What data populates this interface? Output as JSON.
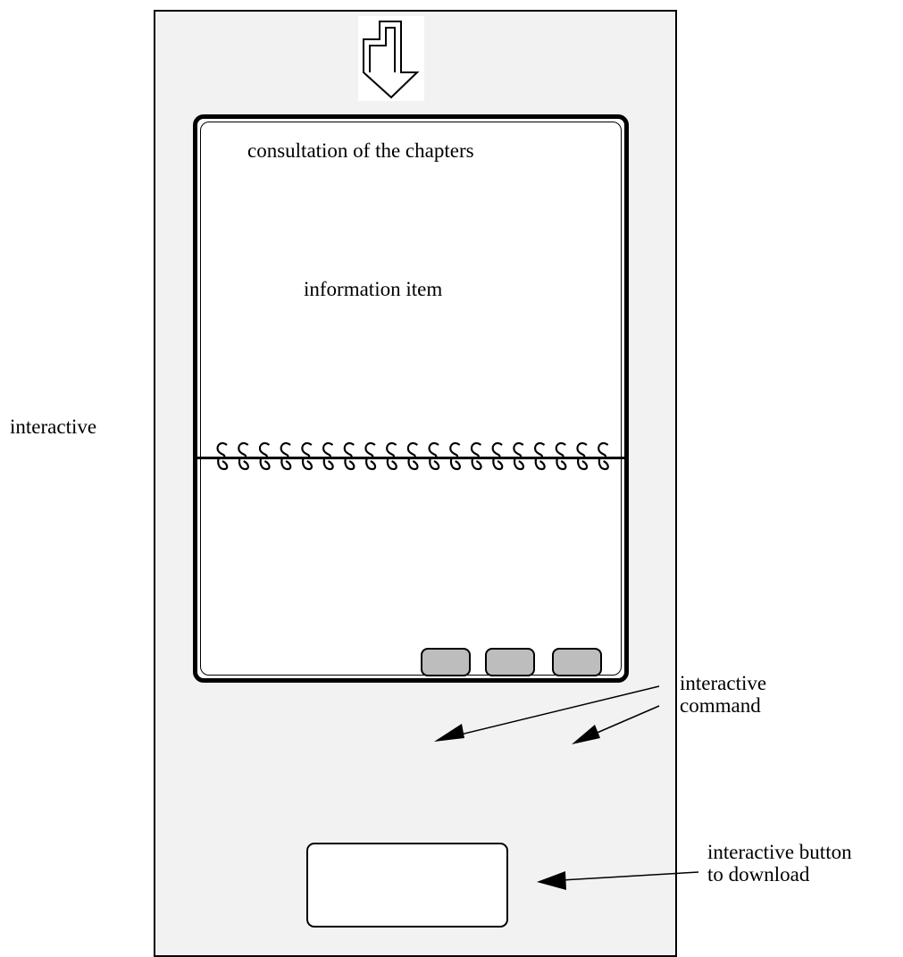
{
  "notebook": {
    "title": "consultation of the chapters",
    "item_label": "information item"
  },
  "labels": {
    "interactive": "interactive",
    "interactive_command_line1": "interactive",
    "interactive_command_line2": "command",
    "download_line1": "interactive button",
    "download_line2": "to download"
  },
  "icons": {
    "top": "down-arrow-icon",
    "binding": "spiral-binding-icon"
  },
  "colors": {
    "panel_background": "#f2f2f2",
    "command_button_fill": "#bdbdbd",
    "outline": "#000000"
  }
}
